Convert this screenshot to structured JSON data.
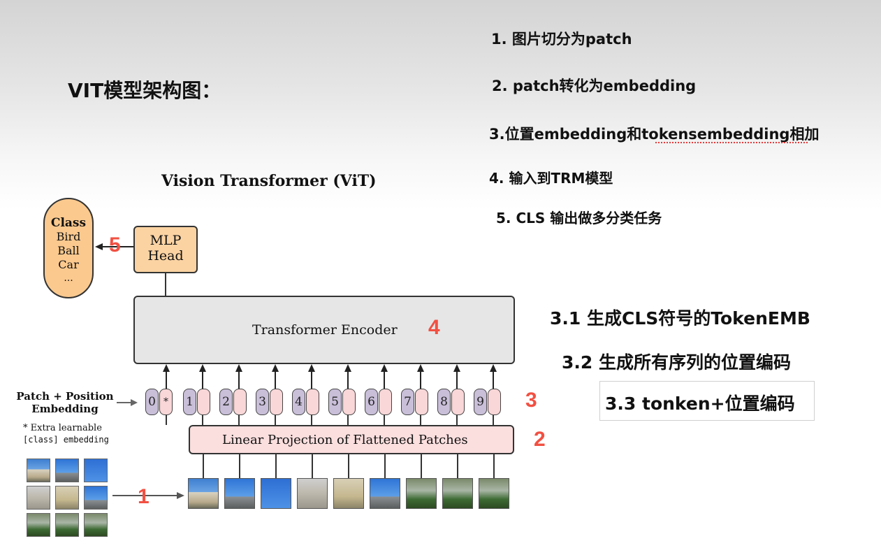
{
  "heading": "VIT模型架构图：",
  "steps": [
    "1. 图片切分为patch",
    "2. patch转化为embedding",
    "3.位置embedding和tokensembedding相加",
    "4. 输入到TRM模型",
    "5. CLS 输出做多分类任务"
  ],
  "substeps": [
    "3.1 生成CLS符号的TokenEMB",
    "3.2 生成所有序列的位置编码",
    "3.3 tonken+位置编码"
  ],
  "diagram": {
    "title": "Vision Transformer (ViT)",
    "class_box": {
      "title": "Class",
      "items": [
        "Bird",
        "Ball",
        "Car",
        "..."
      ]
    },
    "mlp_head": {
      "line1": "MLP",
      "line2": "Head"
    },
    "encoder_label": "Transformer Encoder",
    "projection_label": "Linear Projection of Flattened Patches",
    "embed_label": {
      "line1": "Patch + Position",
      "line2": "Embedding"
    },
    "extra_note": {
      "line1": "* Extra learnable",
      "line2": "[class] embedding"
    },
    "tokens": [
      {
        "pos": "0",
        "emb": "*"
      },
      {
        "pos": "1",
        "emb": ""
      },
      {
        "pos": "2",
        "emb": ""
      },
      {
        "pos": "3",
        "emb": ""
      },
      {
        "pos": "4",
        "emb": ""
      },
      {
        "pos": "5",
        "emb": ""
      },
      {
        "pos": "6",
        "emb": ""
      },
      {
        "pos": "7",
        "emb": ""
      },
      {
        "pos": "8",
        "emb": ""
      },
      {
        "pos": "9",
        "emb": ""
      }
    ],
    "step_markers": [
      "1",
      "2",
      "3",
      "4",
      "5"
    ]
  },
  "colors": {
    "marker_red": "#f25042",
    "class_fill": "#fbc98e",
    "mlp_fill": "#fbd3a3",
    "encoder_fill": "#e6e6e6",
    "projection_fill": "#fbdede",
    "pos_pill": "#c9bfd9",
    "emb_pill": "#f9d6d8"
  }
}
